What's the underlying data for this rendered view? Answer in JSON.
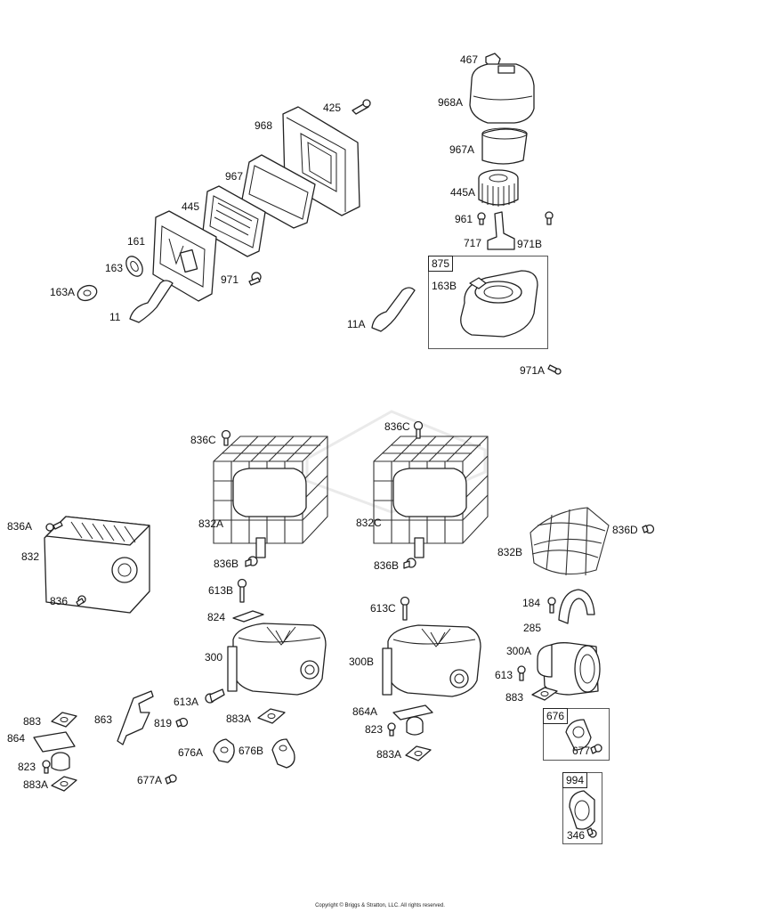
{
  "labels": {
    "l467": "467",
    "l968A": "968A",
    "l967A": "967A",
    "l445A": "445A",
    "l961": "961",
    "l717": "717",
    "l971B": "971B",
    "l163B": "163B",
    "l11A": "11A",
    "l971A": "971A",
    "l425": "425",
    "l968": "968",
    "l967": "967",
    "l445": "445",
    "l161": "161",
    "l163": "163",
    "l163A": "163A",
    "l11": "11",
    "l971": "971",
    "l836C1": "836C",
    "l836C2": "836C",
    "l832A": "832A",
    "l832C": "832C",
    "l836A": "836A",
    "l832": "832",
    "l836": "836",
    "l836B1": "836B",
    "l836B2": "836B",
    "l832B": "832B",
    "l836D": "836D",
    "l613B": "613B",
    "l824": "824",
    "l300": "300",
    "l613C": "613C",
    "l300B": "300B",
    "l184": "184",
    "l285": "285",
    "l300A": "300A",
    "l613": "613",
    "l883a": "883",
    "l613A": "613A",
    "l883A1": "883A",
    "l864A": "864A",
    "l823a": "823",
    "l883A2": "883A",
    "l883b": "883",
    "l864": "864",
    "l863": "863",
    "l819": "819",
    "l823b": "823",
    "l883A3": "883A",
    "l676A": "676A",
    "l676B": "676B",
    "l677A": "677A",
    "l677": "677",
    "l346": "346"
  },
  "kits": {
    "k875": "875",
    "k676": "676",
    "k994": "994"
  },
  "copyright": "Copyright © Briggs & Stratton, LLC. All rights reserved."
}
